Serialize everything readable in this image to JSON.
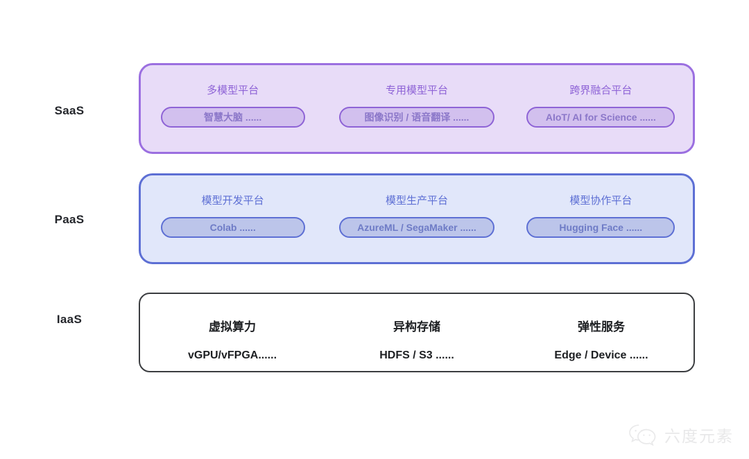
{
  "diagram": {
    "title": "Cloud service layer stack",
    "colors": {
      "saas_border": "#9b6fe0",
      "saas_fill": "#e8dcf8",
      "saas_pill_fill": "#d2c0ee",
      "saas_text": "#8e63d6",
      "paas_border": "#5d6fd4",
      "paas_fill": "#e1e7fa",
      "paas_pill_fill": "#bcc5ea",
      "paas_text": "#5d6fd4",
      "iaas_border": "#3b3d40",
      "iaas_fill": "#ffffff",
      "iaas_text": "#1d1f22",
      "watermark": "#d6d6d8"
    },
    "layers": [
      {
        "id": "saas",
        "label": "SaaS",
        "columns": [
          {
            "title": "多模型平台",
            "pill": "智慧大脑 ......"
          },
          {
            "title": "专用模型平台",
            "pill": "图像识别 / 语音翻译 ......"
          },
          {
            "title": "跨界融合平台",
            "pill": "AIoT/ AI for Science ......"
          }
        ]
      },
      {
        "id": "paas",
        "label": "PaaS",
        "columns": [
          {
            "title": "模型开发平台",
            "pill": "Colab ......"
          },
          {
            "title": "模型生产平台",
            "pill": "AzureML / SegaMaker ......"
          },
          {
            "title": "模型协作平台",
            "pill": "Hugging Face ......"
          }
        ]
      },
      {
        "id": "iaas",
        "label": "IaaS",
        "columns": [
          {
            "title": "虚拟算力",
            "sub": "vGPU/vFPGA......"
          },
          {
            "title": "异构存储",
            "sub": "HDFS / S3 ......"
          },
          {
            "title": "弹性服务",
            "sub": "Edge / Device ......"
          }
        ]
      }
    ]
  },
  "watermark": {
    "icon": "wechat-bubbles-icon",
    "text": "六度元素"
  }
}
